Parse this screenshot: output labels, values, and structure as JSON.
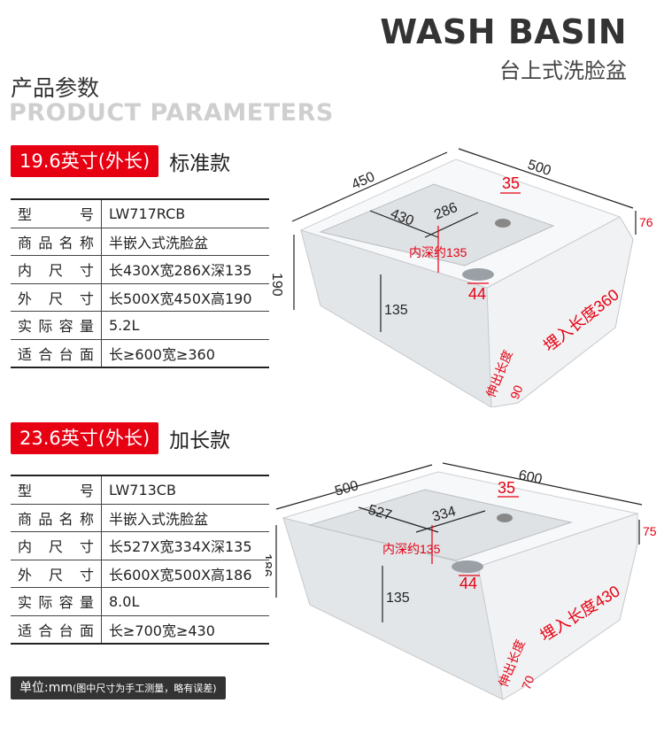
{
  "brand": {
    "title_en": "WASH BASIN",
    "title_cn": "台上式洗脸盆"
  },
  "section": {
    "title_cn": "产品参数",
    "title_en": "PRODUCT PARAMETERS"
  },
  "models": [
    {
      "size_tag": "19.6英寸(外长)",
      "type": "标准款",
      "specs": [
        {
          "key": "型号",
          "value": "LW717RCB"
        },
        {
          "key": "商品名称",
          "value": "半嵌入式洗脸盆"
        },
        {
          "key": "内尺寸",
          "value": "长430X宽286X深135"
        },
        {
          "key": "外尺寸",
          "value": "长500X宽450X高190"
        },
        {
          "key": "实际容量",
          "value": "5.2L"
        },
        {
          "key": "适合台面",
          "value": "长≥600宽≥360"
        }
      ],
      "diagram": {
        "outer_length": "500",
        "outer_width": "450",
        "outer_height": "190",
        "inner_length": "430",
        "inner_width": "286",
        "inner_depth": "135",
        "inner_depth_label": "内深约135",
        "tap_offset": "35",
        "drain": "44",
        "rim_height": "76",
        "embed_label": "埋入长度360",
        "protrude_label": "伸出长度",
        "protrude_value": "90"
      }
    },
    {
      "size_tag": "23.6英寸(外长)",
      "type": "加长款",
      "specs": [
        {
          "key": "型号",
          "value": "LW713CB"
        },
        {
          "key": "商品名称",
          "value": "半嵌入式洗脸盆"
        },
        {
          "key": "内尺寸",
          "value": "长527X宽334X深135"
        },
        {
          "key": "外尺寸",
          "value": "长600X宽500X高186"
        },
        {
          "key": "实际容量",
          "value": "8.0L"
        },
        {
          "key": "适合台面",
          "value": "长≥700宽≥430"
        }
      ],
      "diagram": {
        "outer_length": "600",
        "outer_width": "500",
        "outer_height": "186",
        "inner_length": "527",
        "inner_width": "334",
        "inner_depth": "135",
        "inner_depth_label": "内深约135",
        "tap_offset": "35",
        "drain": "44",
        "rim_height": "75",
        "embed_label": "埋入长度430",
        "protrude_label": "伸出长度",
        "protrude_value": "70"
      }
    }
  ],
  "unit_note": {
    "main": "单位:mm",
    "sub": "(图中尺寸为手工测量，略有误差)"
  },
  "colors": {
    "accent": "#e60012",
    "text": "#222222",
    "faded": "#cfcfcf"
  }
}
